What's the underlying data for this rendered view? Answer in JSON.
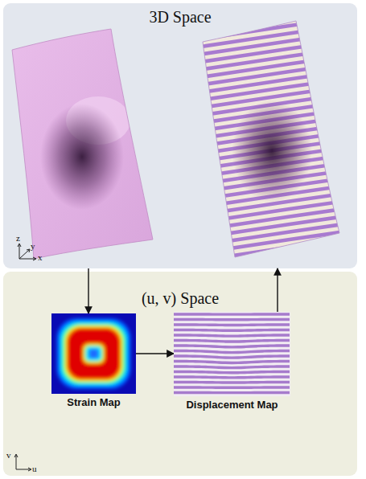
{
  "diagram": {
    "nodes": [
      {
        "text": [
          "3D Space"
        ]
      },
      {
        "text": [
          "(u, v) Space"
        ]
      },
      {
        "text": [
          "Strain Map"
        ],
        "in": 1
      },
      {
        "text": [
          "Displacement Map"
        ],
        "in": 1
      }
    ],
    "edges": [
      {
        "from": 0,
        "to": 2,
        "arrow": "to"
      },
      {
        "from": 2,
        "to": 3,
        "arrow": "to"
      },
      {
        "from": 3,
        "to": 0,
        "arrow": "to"
      }
    ],
    "labels": [
      "z",
      "y",
      "x",
      "v",
      "u"
    ]
  }
}
